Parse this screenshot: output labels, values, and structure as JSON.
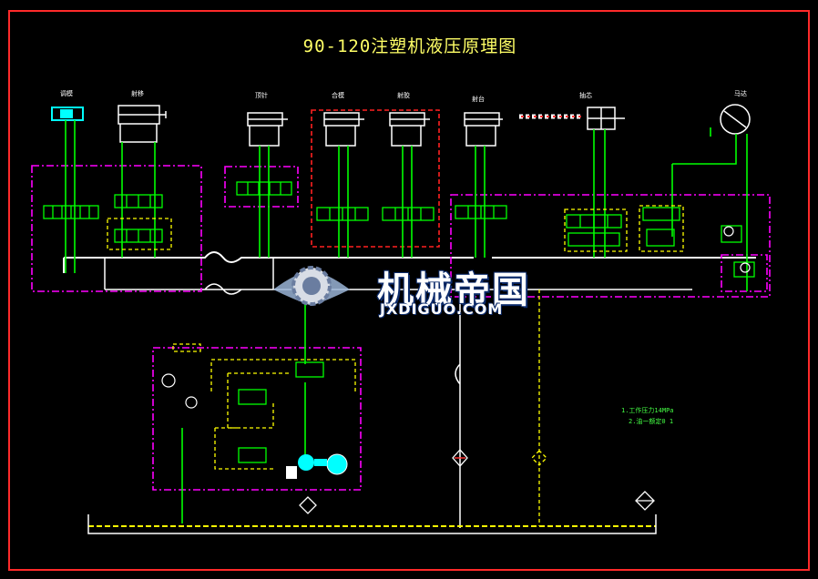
{
  "title": "90-120注塑机液压原理图",
  "watermark": {
    "cn": "机械帝国",
    "en": "JXDIGUO.COM"
  },
  "colors": {
    "background": "#000000",
    "border": "#ff2a2a",
    "hydraulic_line": "#00ff00",
    "return_line": "#ffff00",
    "dashed_box": "#ff00ff",
    "red_box": "#ff2020",
    "outline": "#ffffff",
    "title": "#ffff66",
    "pump": "#00ffff"
  },
  "actuator_labels": [
    "调模",
    "射移",
    "顶针",
    "合模",
    "射胶",
    "射台",
    "抽芯",
    "马达"
  ],
  "notes": [
    "1.工作压力14MPa",
    "2.油ー额定0 1"
  ]
}
